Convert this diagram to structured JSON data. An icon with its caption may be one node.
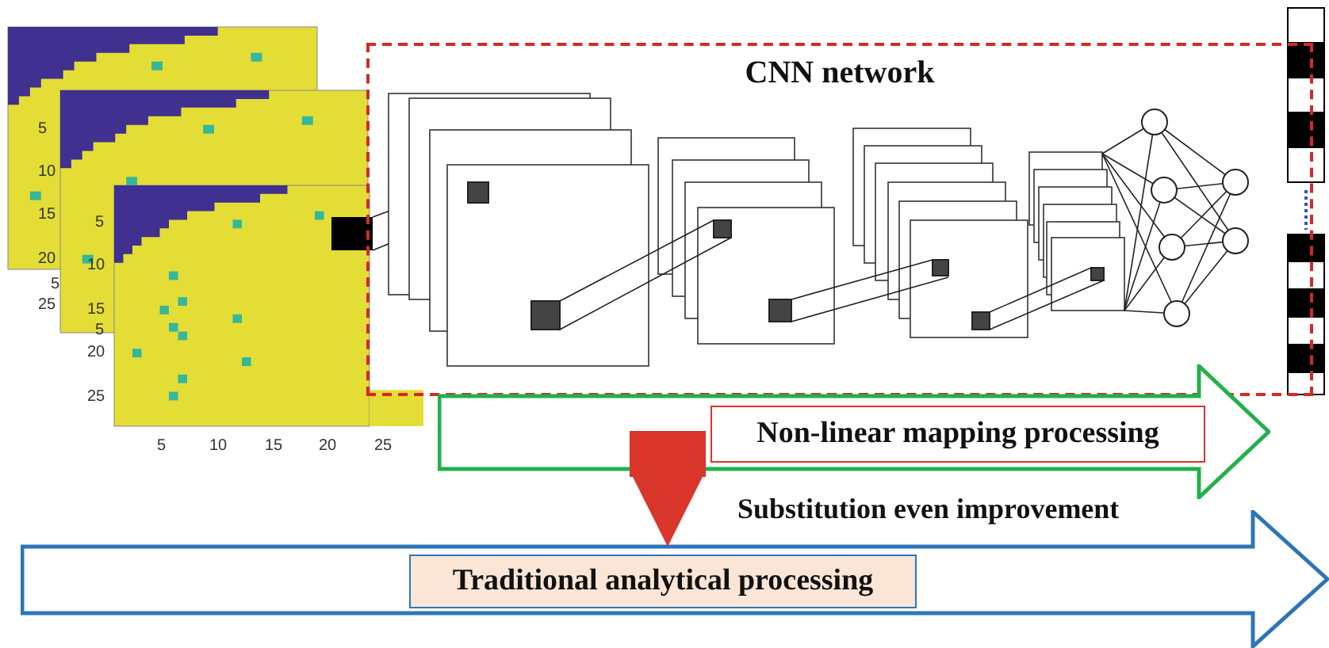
{
  "diagram": {
    "nodes": [
      {
        "text": [
          "CNN network"
        ]
      },
      {
        "text": [
          "Non-linear mapping processing"
        ]
      },
      {
        "text": [
          "Traditional analytical processing"
        ]
      }
    ],
    "edges": [
      {
        "from": 1,
        "to": 2,
        "arrow": "to",
        "label": "Substitution even improvement",
        "color": "#d9352a"
      }
    ],
    "labels": [
      "5",
      "10",
      "15",
      "20",
      "25",
      "5",
      "5",
      "5",
      "10",
      "15",
      "20",
      "25",
      "5",
      "10",
      "15",
      "20",
      "25"
    ]
  }
}
